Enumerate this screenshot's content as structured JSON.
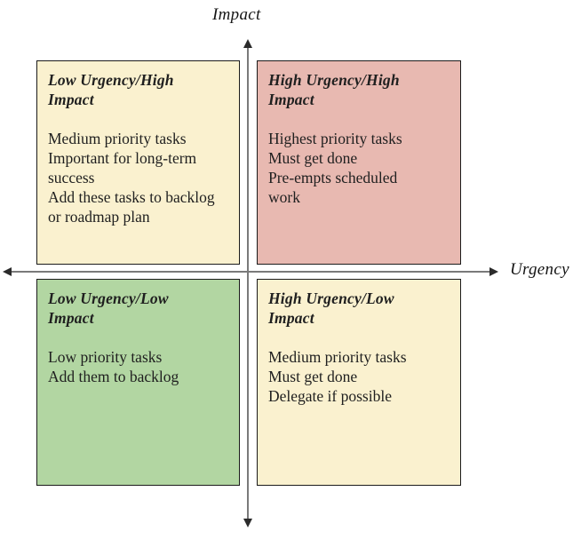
{
  "axes": {
    "vertical_label": "Impact",
    "horizontal_label": "Urgency"
  },
  "colors": {
    "cream": "#FAF1CF",
    "pink": "#E8B9B1",
    "green": "#B2D6A2",
    "box_border": "#1b1b1b",
    "axis_line": "#7a7a7a",
    "arrowhead": "#2b2b2b"
  },
  "quadrants": [
    {
      "position": "top-left",
      "title": "Low Urgency/High\nImpact",
      "body": "Medium priority tasks\nImportant for long-term\nsuccess\nAdd these tasks to backlog\nor roadmap plan",
      "bg": "#FAF1CF"
    },
    {
      "position": "top-right",
      "title": "High Urgency/High\nImpact",
      "body": "Highest priority tasks\nMust get done\nPre-empts scheduled\nwork",
      "bg": "#E8B9B1"
    },
    {
      "position": "bottom-left",
      "title": "Low Urgency/Low\nImpact",
      "body": "Low priority tasks\nAdd them to backlog",
      "bg": "#B2D6A2"
    },
    {
      "position": "bottom-right",
      "title": "High Urgency/Low\nImpact",
      "body": "Medium priority tasks\nMust get done\nDelegate if possible",
      "bg": "#FAF1CF"
    }
  ]
}
